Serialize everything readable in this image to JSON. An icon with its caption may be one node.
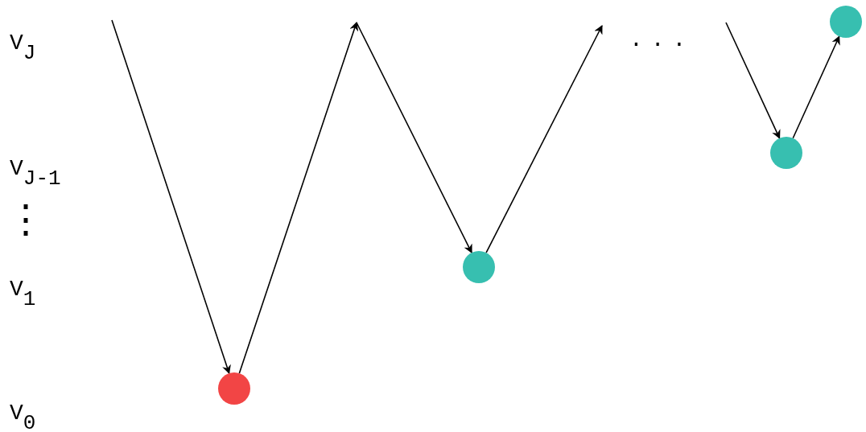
{
  "diagram": {
    "nodes": [
      {
        "text": [],
        "shape": "circle"
      },
      {
        "text": [],
        "shape": "circle"
      },
      {
        "text": [],
        "shape": "circle"
      },
      {
        "text": [],
        "shape": "circle"
      }
    ],
    "edges": [
      {
        "from": null,
        "to": 0,
        "arrow": "to"
      },
      {
        "from": 0,
        "to": null,
        "arrow": "to"
      },
      {
        "from": null,
        "to": 1,
        "arrow": "to"
      },
      {
        "from": 1,
        "to": null,
        "arrow": "to"
      },
      {
        "from": null,
        "to": 2,
        "arrow": "to"
      },
      {
        "from": 2,
        "to": 3,
        "arrow": "to"
      }
    ],
    "labels": [
      "V$_{J}$",
      "...",
      "V$_{J-1}$",
      "⋮",
      "V$_{1}$",
      "V$_{0}$"
    ]
  }
}
